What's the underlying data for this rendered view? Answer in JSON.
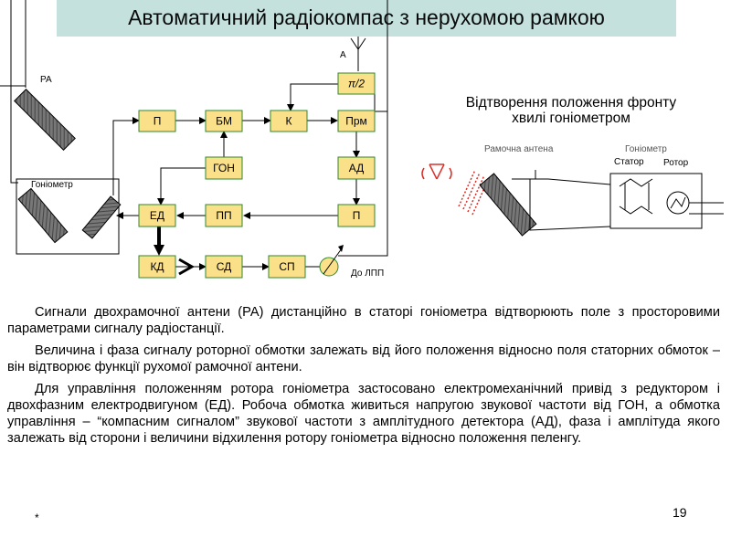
{
  "title": "Автоматичний радіокомпас з нерухомою рамкою",
  "diagram": {
    "boxes": {
      "p_top": "П",
      "bm": "БМ",
      "k": "К",
      "pi2": "π/2",
      "prm": "Прм",
      "gon": "ГОН",
      "ad": "АД",
      "ed": "ЕД",
      "pp": "ПП",
      "p_bottom": "П",
      "kd": "КД",
      "sd": "СД",
      "sp": "СП"
    },
    "labels": {
      "ra": "РА",
      "goniometer": "Гоніометр",
      "antenna": "А",
      "to_lpp": "До ЛПП"
    },
    "colors": {
      "box_fill": "#fbe08a",
      "box_stroke": "#2d8a2d",
      "title_bg": "#c4e1de",
      "wave_red": "#d9302a"
    }
  },
  "right_panel": {
    "title": "Відтворення положення фронту хвилі гоніометром",
    "frame_antenna": "Рамочна антена",
    "goniometer": "Гоніометр",
    "stator": "Статор",
    "rotor": "Ротор"
  },
  "paragraphs": [
    "Сигнали двохрамочної антени (РА) дистанційно в статорі гоніометра відтворюють поле з просторовими параметрами сигналу радіостанції.",
    "Величина і фаза сигналу роторної обмотки залежать від його положення відносно поля статорних обмоток – він відтворює функції рухомої рамочної антени.",
    "Для управління положенням ротора гоніометра застосовано електромеханічний привід з редуктором і двохфазним електродвигуном (ЕД). Робоча обмотка живиться напругою звукової частоти від ГОН, а обмотка управління – “компасним сигналом” звукової частоти з амплітудного детектора (АД), фаза і амплітуда якого залежать від сторони і величини відхилення ротору гоніометра відносно положення пеленгу."
  ],
  "footer": {
    "star": "*",
    "page": "19"
  }
}
